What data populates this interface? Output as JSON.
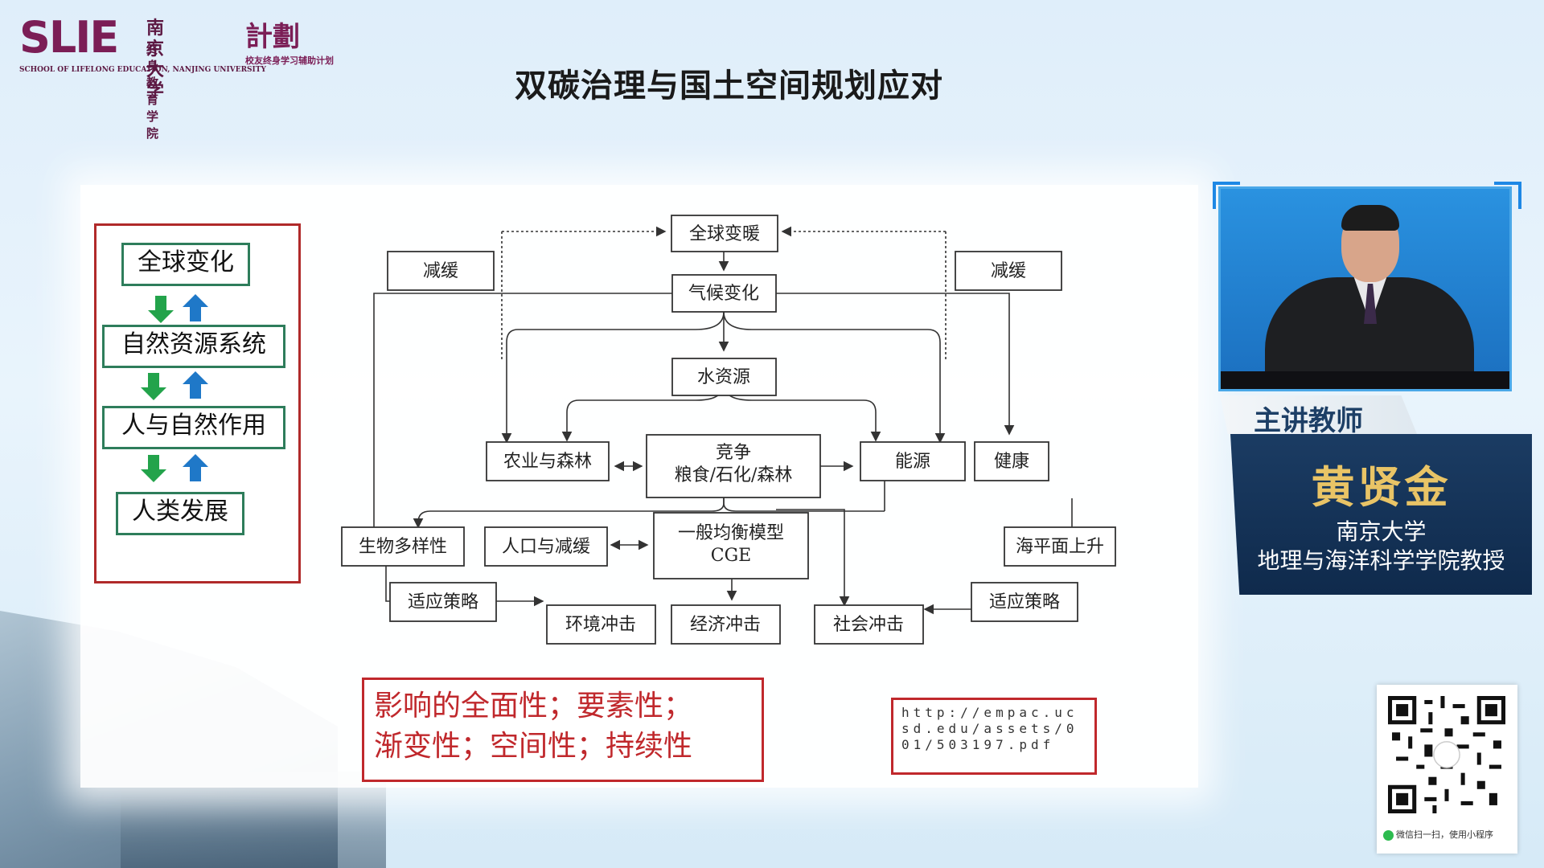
{
  "header": {
    "logo_main": "SLIE",
    "logo_cn_university": "南京大学",
    "logo_cn_school": "终身教育学院",
    "logo_en": "SCHOOL OF LIFELONG EDUCATION, NANJING UNIVERSITY",
    "plan_title": "計劃",
    "plan_sub": "校友终身学习辅助计划",
    "page_title": "双碳治理与国土空间规划应对"
  },
  "chain": {
    "items": [
      "全球变化",
      "自然资源系统",
      "人与自然作用",
      "人类发展"
    ]
  },
  "diagram": {
    "nodes": {
      "warming": "全球变暖",
      "climate": "气候变化",
      "mitigation_left": "减缓",
      "mitigation_right": "减缓",
      "water": "水资源",
      "agri": "农业与森林",
      "compete_1": "竞争",
      "compete_2": "粮食/石化/森林",
      "energy": "能源",
      "health": "健康",
      "biodiversity": "生物多样性",
      "population": "人口与减缓",
      "cge_1": "一般均衡模型",
      "cge_2": "CGE",
      "sea": "海平面上升",
      "adapt_left": "适应策略",
      "adapt_right": "适应策略",
      "env": "环境冲击",
      "econ": "经济冲击",
      "social": "社会冲击"
    }
  },
  "note": {
    "line1": "影响的全面性；要素性；",
    "line2": "渐变性；空间性；持续性"
  },
  "url": "http://empac.ucsd.edu/assets/001/503197.pdf",
  "presenter": {
    "label": "主讲教师",
    "name": "黄贤金",
    "affiliation_1": "南京大学",
    "affiliation_2": "地理与海洋科学学院教授"
  },
  "qr": {
    "caption": "微信扫一扫，使用小程序"
  },
  "colors": {
    "red": "#c0282c",
    "green": "#2e7d5b",
    "navy": "#1b3c63",
    "gold": "#e9c466",
    "plum": "#7b1e56"
  }
}
